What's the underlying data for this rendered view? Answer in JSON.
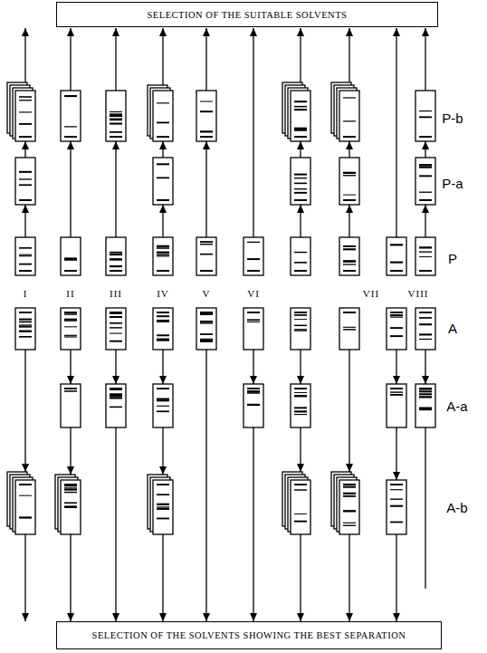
{
  "diagram": {
    "nodes": [
      {
        "text": [
          "SELECTION OF THE SUITABLE SOLVENTS"
        ]
      },
      {
        "text": [
          "SELECTION OF THE SOLVENTS SHOWING THE BEST SEPARATION"
        ]
      }
    ],
    "labels": [
      "P-b",
      "P-a",
      "P",
      "I",
      "II",
      "III",
      "IV",
      "V",
      "VI",
      "VII",
      "VIII",
      "A",
      "A-a",
      "A-b"
    ]
  }
}
